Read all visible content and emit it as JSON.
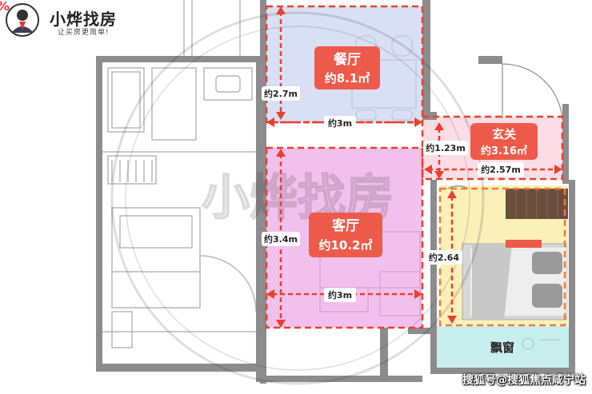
{
  "brand": {
    "name": "小烨找房",
    "slogan": "让买房更简单!",
    "percent_mark": "%"
  },
  "watermark": {
    "text": "小烨找房"
  },
  "rooms": {
    "dining": {
      "name": "餐厅",
      "area": "约8.1㎡",
      "width": "约3m",
      "depth": "约2.7m"
    },
    "foyer": {
      "name": "玄关",
      "area": "约3.16㎡",
      "width": "约2.57m",
      "depth": "约1.23m"
    },
    "living": {
      "name": "客厅",
      "area": "约10.2㎡",
      "width": "约3m",
      "depth": "约3.4m"
    },
    "bedroom": {
      "depth": "约2.64"
    },
    "bay_window": {
      "name": "飘窗"
    }
  },
  "credit": "搜狐号@搜狐焦点咸宁站",
  "colors": {
    "dining_fill": "#d9dff5",
    "living_fill": "#f2c0ec",
    "foyer_fill": "#fcdde6",
    "bedroom_fill": "#fbf0b8",
    "bay_fill": "#c9eeee",
    "label_red": "#ee5a4a",
    "dash_red": "#e9412c",
    "dash_orange": "#f07d38",
    "wall": "#8c8c8c"
  }
}
